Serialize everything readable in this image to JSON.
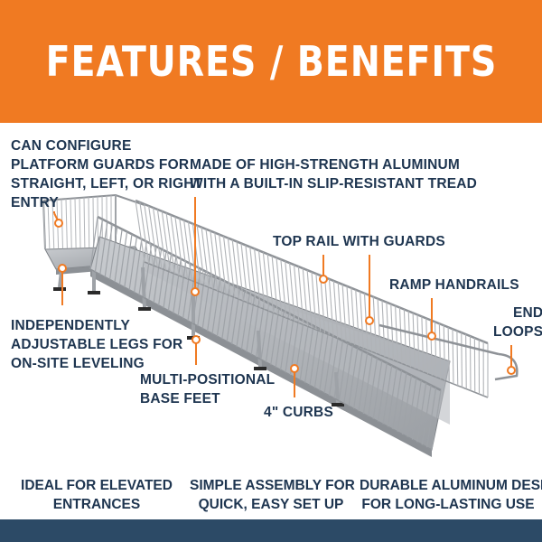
{
  "header": {
    "title": "FEATURES / BENEFITS",
    "background_color": "#f07a22",
    "text_color": "#ffffff"
  },
  "callouts": {
    "platform_guards": [
      "CAN CONFIGURE",
      "PLATFORM GUARDS FOR",
      "STRAIGHT, LEFT, OR RIGHT",
      "ENTRY"
    ],
    "aluminum": [
      "MADE OF HIGH-STRENGTH ALUMINUM",
      "WITH A BUILT-IN SLIP-RESISTANT TREAD"
    ],
    "top_rail": [
      "TOP RAIL WITH GUARDS"
    ],
    "handrails": [
      "RAMP HANDRAILS"
    ],
    "end_loops": [
      "END",
      "LOOPS"
    ],
    "legs": [
      "INDEPENDENTLY",
      "ADJUSTABLE LEGS FOR",
      "ON-SITE LEVELING"
    ],
    "base_feet": [
      "MULTI-POSITIONAL",
      "BASE FEET"
    ],
    "curbs": [
      "4\" CURBS"
    ]
  },
  "footer": {
    "items": [
      [
        "IDEAL FOR ELEVATED",
        "ENTRANCES"
      ],
      [
        "SIMPLE ASSEMBLY FOR",
        "QUICK, EASY SET UP"
      ],
      [
        "DURABLE ALUMINUM DESIGN",
        "FOR LONG-LASTING USE"
      ]
    ]
  },
  "colors": {
    "text": "#1e3550",
    "leader": "#f07a22",
    "bottom_band": "#2c4a66",
    "metal": "#a9adb2"
  },
  "product_image": "aluminum-wheelchair-ramp"
}
